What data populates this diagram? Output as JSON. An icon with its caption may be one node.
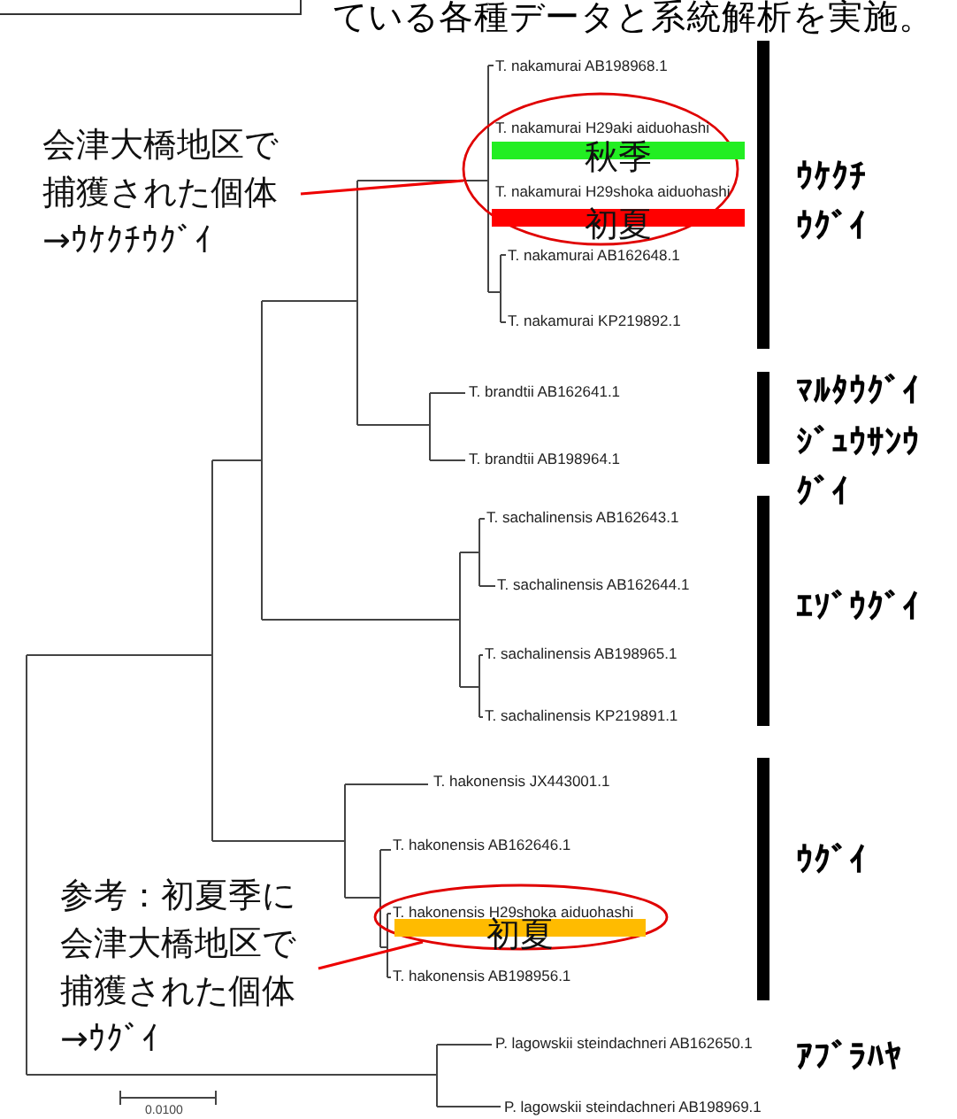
{
  "diagram": {
    "nodes": [
      {
        "text": [
          "会津大橋地区で捕獲された個体→ｳｹｸﾁｳｸﾞｲ"
        ]
      },
      {
        "text": [],
        "shape": "ellipse"
      },
      {
        "text": [
          "秋季"
        ],
        "in": 1
      },
      {
        "text": [
          "初夏"
        ],
        "in": 1
      },
      {
        "text": [
          "参考：初夏季に会津大橋地区で捕獲された個体→ｳｸﾞｲ"
        ]
      },
      {
        "text": [],
        "shape": "ellipse"
      },
      {
        "text": [
          "初夏"
        ]
      }
    ],
    "edges": [
      {
        "from": 0,
        "to": 1,
        "arrow": "none"
      },
      {
        "from": 4,
        "to": 5,
        "arrow": "none"
      }
    ],
    "labels": [
      "ている各種データと系統解析を実施。",
      "T. nakamurai AB198968.1",
      "T. nakamurai H29aki aiduohashi",
      "T. nakamurai H29shoka aiduohashi",
      "T. nakamurai AB162648.1",
      "T. nakamurai KP219892.1",
      "T. brandtii AB162641.1",
      "T. brandtii AB198964.1",
      "T. sachalinensis AB162643.1",
      "T. sachalinensis AB162644.1",
      "T. sachalinensis AB198965.1",
      "T. sachalinensis KP219891.1",
      "T. hakonensis JX443001.1",
      "T. hakonensis AB162646.1",
      "T. hakonensis H29shoka aiduohashi",
      "T. hakonensis AB198956.1",
      "P. lagowskii steindachneri AB162650.1",
      "P. lagowskii steindachneri AB198969.1",
      "ｳｹｸﾁｳｸﾞｲ",
      "ﾏﾙﾀｳｸﾞｲ",
      "ｼﾞｭｳｻﾝｳｸﾞｲ",
      "ｴｿﾞｳｸﾞｲ",
      "ｳｸﾞｲ",
      "ｱﾌﾞﾗﾊﾔ",
      "0.0100"
    ]
  }
}
